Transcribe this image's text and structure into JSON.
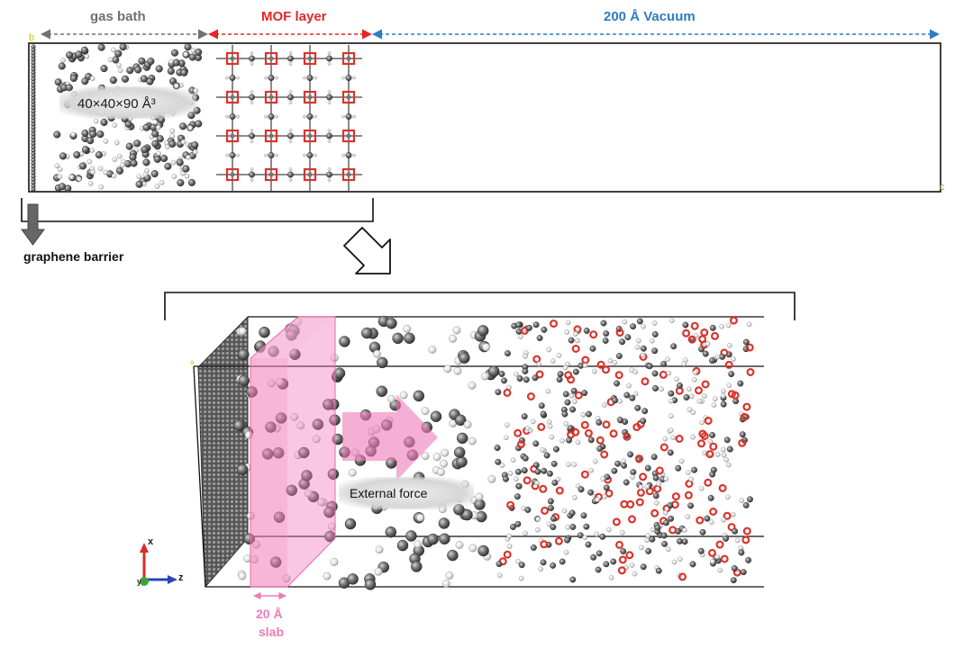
{
  "labels": {
    "gas_bath": "gas bath",
    "mof_layer": "MOF layer",
    "vacuum": "200 Å Vacuum",
    "box_dimensions": "40×40×90 Å³",
    "graphene_barrier": "graphene barrier",
    "external_force": "External force",
    "slab_width": "20 Å",
    "slab": "slab",
    "axis_x": "x",
    "axis_y": "y",
    "axis_z": "z",
    "cell_b": "b",
    "cell_c": "c",
    "cell_a": "a"
  },
  "colors": {
    "gas_bath": "#707070",
    "mof_layer": "#e4262b",
    "vacuum": "#2f7cc0",
    "slab": "#f07ab7",
    "oxygen": "#d9342b",
    "carbon": "#7f7f7f",
    "hydrogen": "#eeeeee"
  }
}
